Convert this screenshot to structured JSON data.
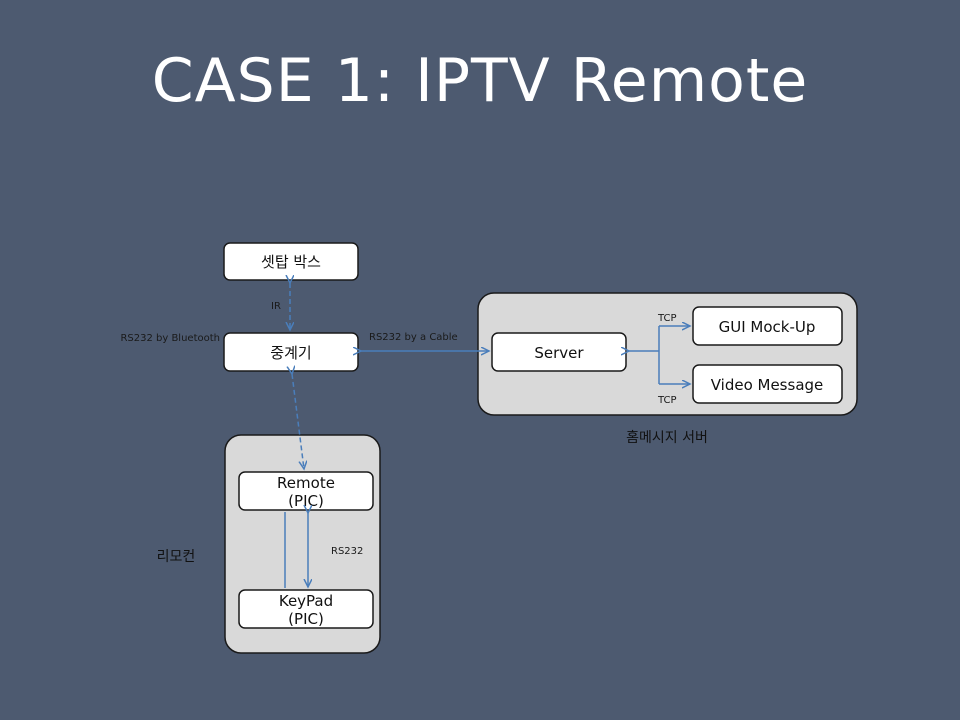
{
  "slide": {
    "title": "CASE 1: IPTV Remote"
  },
  "colors": {
    "background": "#4d5a70",
    "group_fill": "#d9d9d9",
    "arrow": "#4a7ebb"
  },
  "nodes": {
    "settop": "셋탑 박스",
    "relay": "중계기",
    "server": "Server",
    "gui": "GUI Mock-Up",
    "video": "Video Message",
    "remote_line1": "Remote",
    "remote_line2": "(PIC)",
    "keypad_line1": "KeyPad",
    "keypad_line2": "(PIC)"
  },
  "groups": {
    "home_server": "홈메시지 서버",
    "remote_control": "리모컨"
  },
  "edge_labels": {
    "ir": "IR",
    "bluetooth": "RS232 by Bluetooth",
    "cable": "RS232 by a Cable",
    "tcp_top": "TCP",
    "tcp_bottom": "TCP",
    "rs232": "RS232"
  }
}
